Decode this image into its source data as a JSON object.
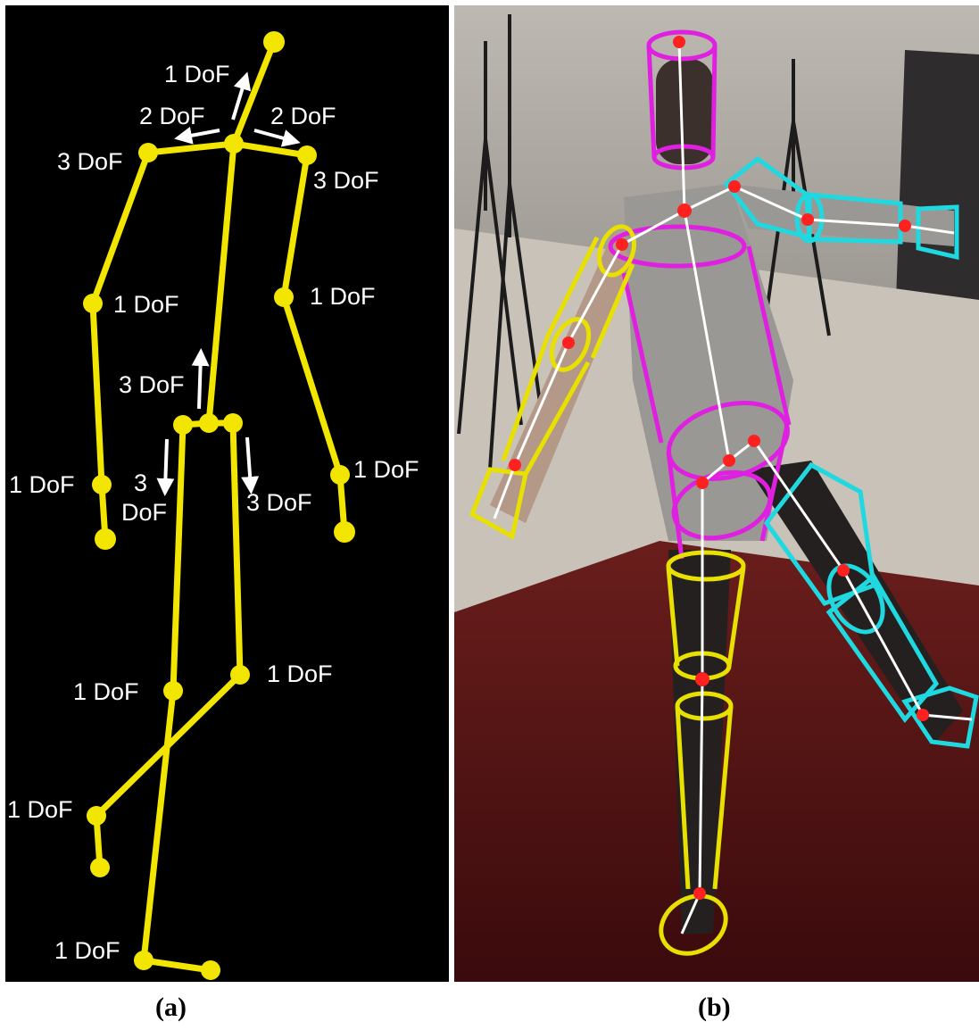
{
  "colors": {
    "skeleton": "#f2e600",
    "arrow": "#ffffff",
    "label": "#ffffff",
    "head_torso_model": "#e020e0",
    "left_limb_model": "#e8e000",
    "right_limb_model": "#20d8e0",
    "joint": "#ff2020",
    "bone": "#ffffff"
  },
  "panel_a": {
    "caption": "(a)",
    "labels": {
      "neck": "1 DoF",
      "shoulder_in_left": "2 DoF",
      "shoulder_in_right": "2 DoF",
      "shoulder_left": "3 DoF",
      "shoulder_right": "3 DoF",
      "elbow_left": "1 DoF",
      "elbow_right": "1 DoF",
      "spine": "3 DoF",
      "wrist_left": "1 DoF",
      "wrist_right": "1 DoF",
      "hip_left_top": "3",
      "hip_left_bottom": "DoF",
      "hip_right": "3 DoF",
      "knee_left": "1 DoF",
      "knee_right": "1 DoF",
      "ankle_upper": "1 DoF",
      "ankle_lower": "1 DoF"
    }
  },
  "panel_b": {
    "caption": "(b)"
  }
}
